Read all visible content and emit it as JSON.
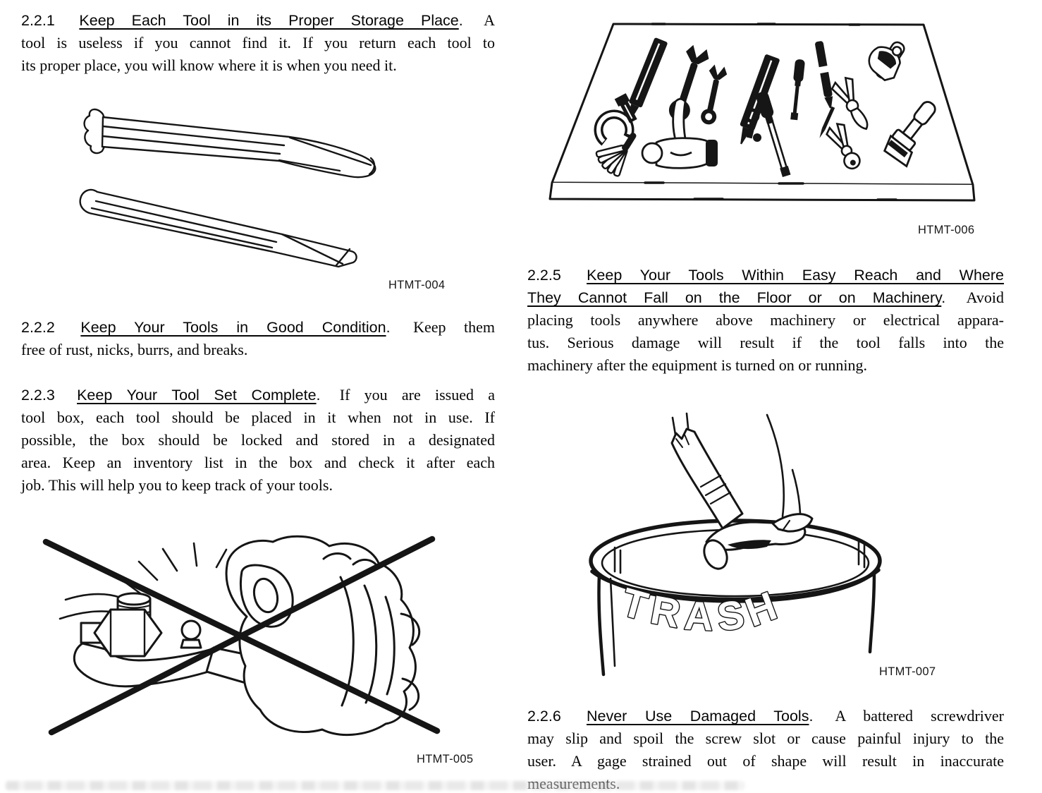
{
  "page": {
    "background": "#ffffff",
    "text_color": "#050505"
  },
  "sections": [
    {
      "id": "2.2.1",
      "lines": [
        [
          {
            "t": "2.2.1",
            "s": "num"
          },
          {
            "t": "Keep Each Tool in its Proper Storage Place",
            "s": "title"
          },
          {
            "t": ".",
            "s": "sans",
            "glue": true
          },
          {
            "t": "A",
            "s": "body"
          }
        ],
        [
          {
            "t": "tool is useless if you cannot find it. If you return each tool to",
            "s": "body"
          }
        ],
        [
          {
            "t": "its proper place, you will know where it is when you need it.",
            "s": "body"
          }
        ]
      ]
    },
    {
      "id": "2.2.2",
      "lines": [
        [
          {
            "t": "2.2.2",
            "s": "num"
          },
          {
            "t": "Keep Your Tools in Good Condition",
            "s": "title"
          },
          {
            "t": ".",
            "s": "sans",
            "glue": true
          },
          {
            "t": "Keep",
            "s": "body"
          },
          {
            "t": "them",
            "s": "body"
          }
        ],
        [
          {
            "t": "free of rust, nicks, burrs, and breaks.",
            "s": "body"
          }
        ]
      ]
    },
    {
      "id": "2.2.3",
      "lines": [
        [
          {
            "t": "2.2.3",
            "s": "num"
          },
          {
            "t": "Keep Your Tool Set Complete",
            "s": "title"
          },
          {
            "t": ".",
            "s": "sans",
            "glue": true
          },
          {
            "t": "If you are issued a",
            "s": "body"
          }
        ],
        [
          {
            "t": "tool box, each tool should be placed in it when not in use. If",
            "s": "body"
          }
        ],
        [
          {
            "t": "possible, the box should be locked and stored in a designated",
            "s": "body"
          }
        ],
        [
          {
            "t": "area. Keep an inventory list in the box and check it after each",
            "s": "body"
          }
        ],
        [
          {
            "t": "job. This will help you to keep track of your tools.",
            "s": "body"
          }
        ]
      ]
    },
    {
      "id": "2.2.5",
      "lines": [
        [
          {
            "t": "2.2.5",
            "s": "num"
          },
          {
            "t": "Keep Your Tools Within Easy Reach and Where",
            "s": "title"
          }
        ],
        [
          {
            "t": "They Cannot Fall on the Floor or on Machinery",
            "s": "title"
          },
          {
            "t": ".",
            "s": "sans",
            "glue": true
          },
          {
            "t": "Avoid",
            "s": "body"
          }
        ],
        [
          {
            "t": "placing tools anywhere above machinery or electrical appara-",
            "s": "body"
          }
        ],
        [
          {
            "t": "tus. Serious damage will result if the tool falls into the",
            "s": "body"
          }
        ],
        [
          {
            "t": "machinery after the equipment is turned on or running.",
            "s": "body"
          }
        ]
      ]
    },
    {
      "id": "2.2.6",
      "lines": [
        [
          {
            "t": "2.2.6",
            "s": "num"
          },
          {
            "t": "Never Use Damaged Tools",
            "s": "title"
          },
          {
            "t": ".",
            "s": "sans",
            "glue": true
          },
          {
            "t": "A battered screwdriver",
            "s": "body"
          }
        ],
        [
          {
            "t": "may slip and spoil the screw slot or cause painful injury to the",
            "s": "body"
          }
        ],
        [
          {
            "t": "user. A gage strained out of shape will result in inaccurate",
            "s": "body"
          }
        ],
        [
          {
            "t": "measurements.",
            "s": "body"
          }
        ]
      ]
    }
  ],
  "figures": {
    "chisels": {
      "label": "HTMT-004",
      "alt": "two cold chisels, line drawing"
    },
    "crossed_wrench": {
      "label": "HTMT-005",
      "alt": "crossed-out drawing of fist forcing a wrench on a nut with sparks"
    },
    "tool_board": {
      "label": "HTMT-006",
      "alt": "assorted hand tools laid out on a board"
    },
    "trash_hammer": {
      "label": "HTMT-007",
      "alt": "broken claw hammer dropped into trash can",
      "trash_text": "TRASH"
    }
  }
}
